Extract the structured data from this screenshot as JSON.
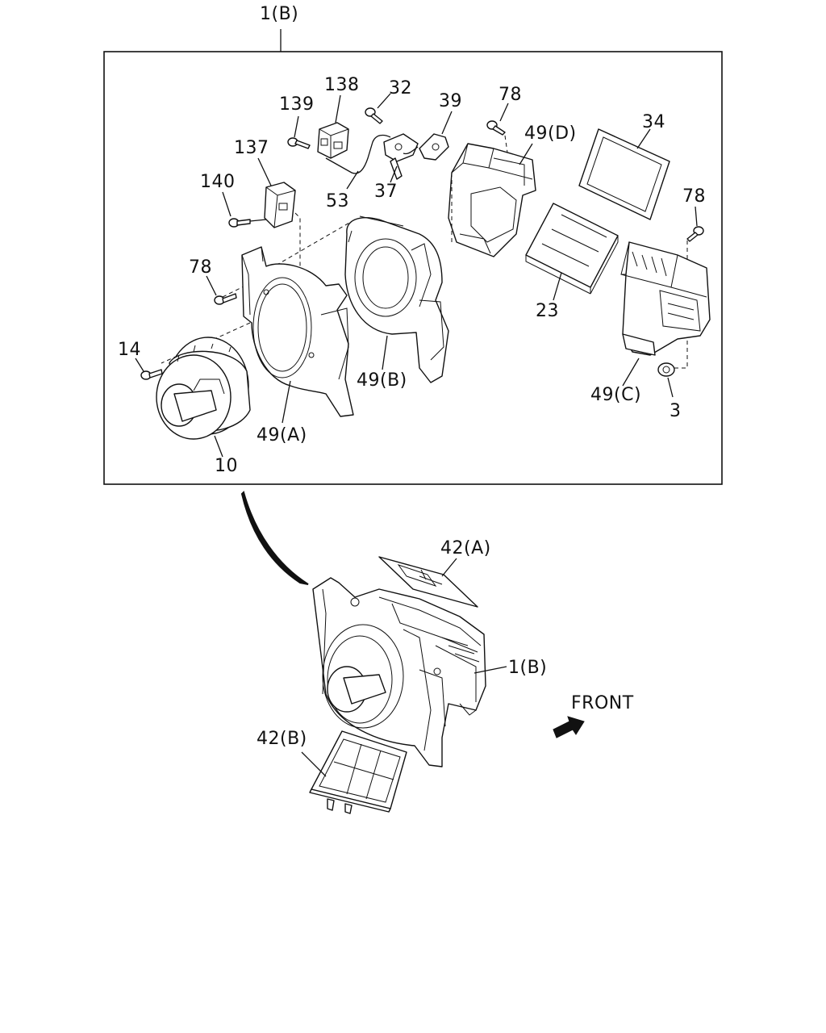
{
  "callouts": {
    "top_assembly": "1(B)",
    "c138": "138",
    "c32": "32",
    "c139": "139",
    "c39": "39",
    "c78a": "78",
    "c49d": "49(D)",
    "c34": "34",
    "c137": "137",
    "c140": "140",
    "c53": "53",
    "c37": "37",
    "c78b": "78",
    "c78c": "78",
    "c23": "23",
    "c14": "14",
    "c49b": "49(B)",
    "c49c": "49(C)",
    "c3": "3",
    "c49a": "49(A)",
    "c10": "10",
    "c42a": "42(A)",
    "c1b": "1(B)",
    "c42b": "42(B)",
    "front": "FRONT"
  },
  "icons": {
    "front_arrow": "front-arrow-icon"
  },
  "colors": {
    "line": "#111111",
    "background": "#ffffff"
  }
}
